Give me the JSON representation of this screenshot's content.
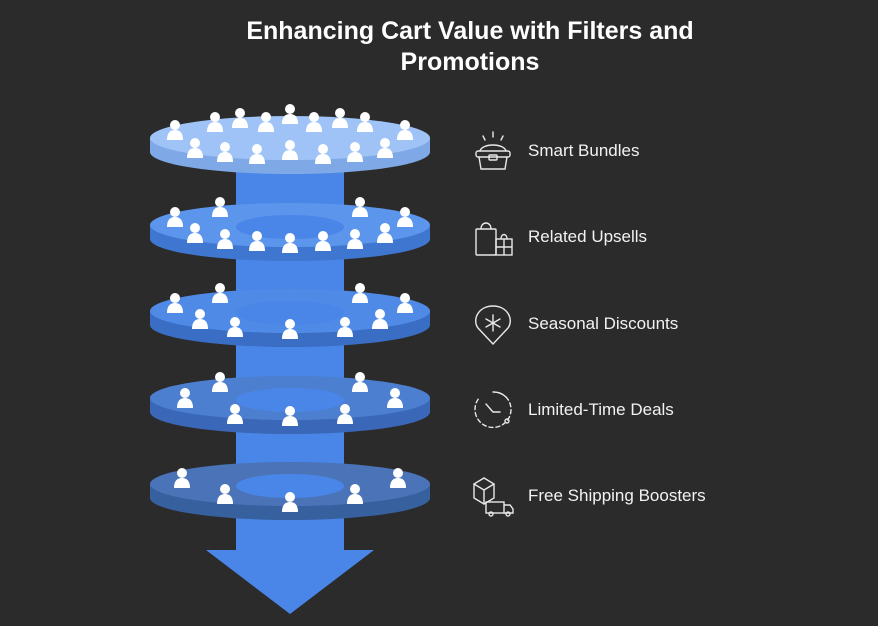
{
  "title": {
    "line1": "Enhancing Cart Value with Filters and",
    "line2": "Promotions"
  },
  "layers": [
    {
      "label": "Smart Bundles",
      "icon": "basket-icon",
      "color": "#9fc3f7"
    },
    {
      "label": "Related Upsells",
      "icon": "shopping-bags-icon",
      "color": "#5b95ec"
    },
    {
      "label": "Seasonal Discounts",
      "icon": "snowflake-tag-icon",
      "color": "#4f8ae6"
    },
    {
      "label": "Limited-Time Deals",
      "icon": "timer-icon",
      "color": "#4d7fd0"
    },
    {
      "label": "Free Shipping Boosters",
      "icon": "delivery-truck-icon",
      "color": "#4a73b8"
    }
  ],
  "colors": {
    "background": "#2b2b2b",
    "column": "#4a86e8",
    "arrow": "#4a86e8",
    "person_icon": "#ffffff",
    "text": "#ffffff"
  }
}
